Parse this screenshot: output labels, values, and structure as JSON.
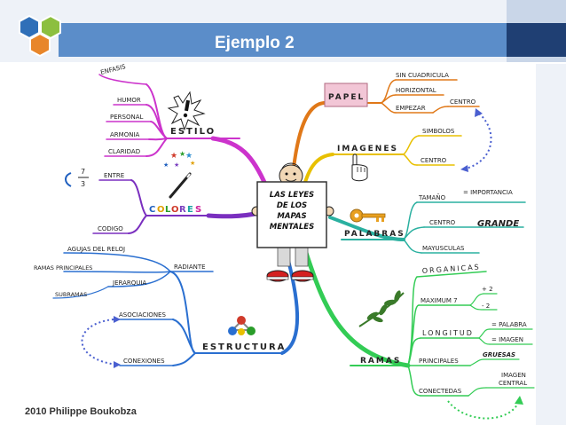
{
  "slide": {
    "title": "Ejemplo 2",
    "credit": "2010 Philippe Boukobza"
  },
  "center": {
    "lines": [
      "LAS LEYES",
      "DE LOS",
      "MAPAS",
      "MENTALES"
    ]
  },
  "branches": {
    "estilo": {
      "label": "ESTILO",
      "color": "#cc33cc",
      "items": [
        "ENFASIS",
        "HUMOR",
        "PERSONAL",
        "ARMONIA",
        "CLARIDAD"
      ]
    },
    "colores": {
      "label": [
        "C",
        "O",
        "L",
        "O",
        "R",
        "E",
        "S"
      ],
      "letter_colors": [
        "#1f5fbf",
        "#e0a000",
        "#2a9d2a",
        "#d03a2a",
        "#7a3fbf",
        "#1aa3a3",
        "#d0209a"
      ],
      "color": "#7a2fbf",
      "items": [
        "ENTRE",
        "CODIGO"
      ],
      "numbers": [
        "7",
        "3"
      ]
    },
    "estructura": {
      "label": "ESTRUCTURA",
      "color": "#2a6fd0",
      "items": [
        "AGUJAS DEL RELOJ",
        "RADIANTE",
        "RAMAS PRINCIPALES",
        "JERARQUIA",
        "SUBRAMAS",
        "ASOCIACIONES",
        "CONEXIONES"
      ]
    },
    "papel": {
      "label": "PAPEL",
      "color": "#e07818",
      "items": [
        "SIN CUADRICULA",
        "HORIZONTAL",
        "EMPEZAR",
        "CENTRO"
      ]
    },
    "imagenes": {
      "label": "IMAGENES",
      "color": "#e8c000",
      "items": [
        "SIMBOLOS",
        "CENTRO"
      ]
    },
    "palabras": {
      "label": "PALABRAS",
      "color": "#2ab0a0",
      "items": [
        "TAMAÑO",
        "= IMPORTANCIA",
        "CENTRO",
        "GRANDE",
        "MAYUSCULAS"
      ]
    },
    "ramas": {
      "label": "RAMAS",
      "color": "#33cc55",
      "items": [
        "ORGANICAS",
        "MAXIMUM 7",
        "+ 2",
        "- 2",
        "LONGITUD",
        "= PALABRA",
        "= IMAGEN",
        "PRINCIPALES",
        "GRUESAS",
        "CONECTEDAS",
        "IMAGEN",
        "CENTRAL"
      ]
    }
  },
  "colors": {
    "header_band": "#5b8dc9",
    "header_dark": "#1f3f73",
    "hex_blue": "#2f6fb8",
    "hex_green": "#8cbf3f",
    "hex_orange": "#e8862a",
    "connector_dotted": "#4a5fd0"
  },
  "icons": [
    "exclamation-icon",
    "magic-wand-icon",
    "key-icon",
    "pointing-hand-icon",
    "leaf-branch-icon",
    "molecule-icon",
    "presenter-figure-icon"
  ]
}
